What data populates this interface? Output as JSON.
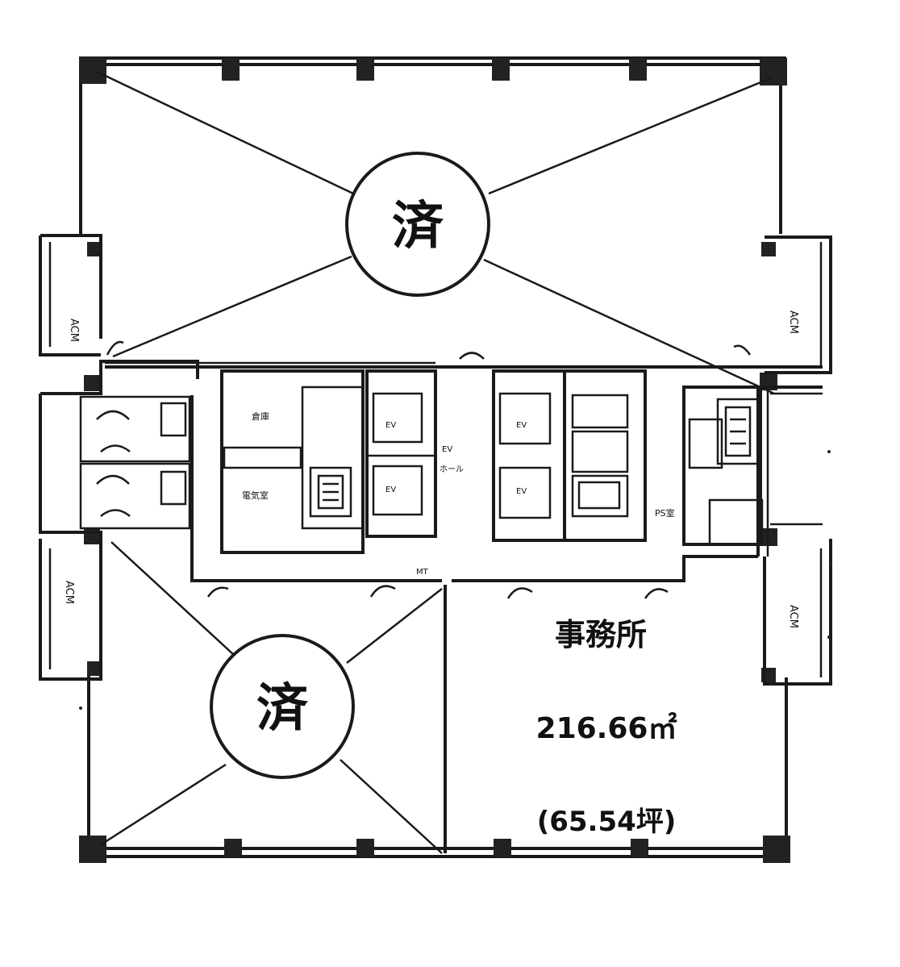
{
  "floor_plan": {
    "upper_stamp": "済",
    "lower_stamp": "済",
    "office_label": "事務所",
    "area_sqm": "216.66㎡",
    "area_tsubo": "(65.54坪)"
  }
}
